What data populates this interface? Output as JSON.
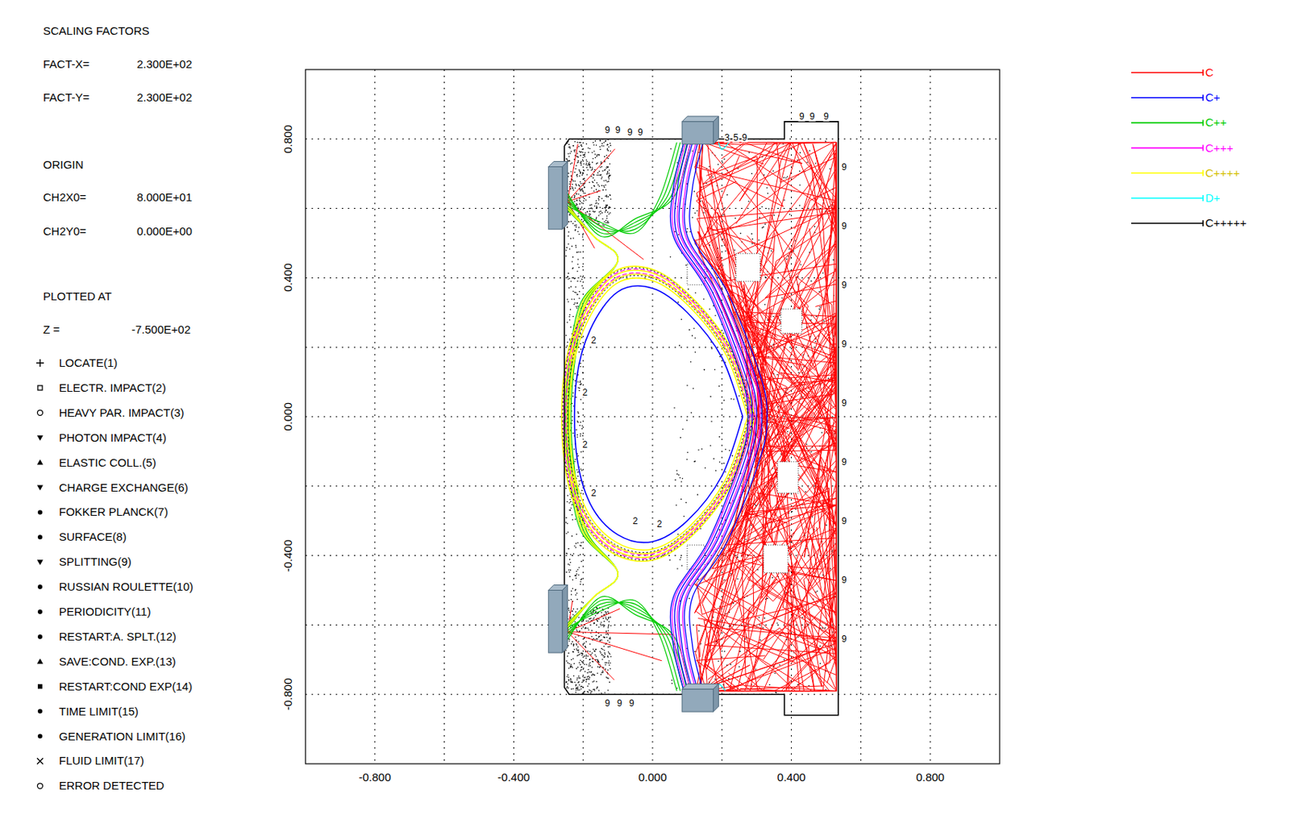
{
  "diagram": {
    "labels": [
      "SCALING FACTORS",
      "FACT-X=",
      "2.300E+02",
      "FACT-Y=",
      "2.300E+02",
      "ORIGIN",
      "CH2X0=",
      "8.000E+01",
      "CH2Y0=",
      "0.000E+00",
      "PLOTTED AT",
      "Z =",
      "-7.500E+02",
      "LOCATE(1)",
      "ELECTR. IMPACT(2)",
      "HEAVY PAR. IMPACT(3)",
      "PHOTON IMPACT(4)",
      "ELASTIC COLL.(5)",
      "CHARGE EXCHANGE(6)",
      "FOKKER PLANCK(7)",
      "SURFACE(8)",
      "SPLITTING(9)",
      "RUSSIAN ROULETTE(10)",
      "PERIODICITY(11)",
      "RESTART:A. SPLT.(12)",
      "SAVE:COND. EXP.(13)",
      "RESTART:COND EXP(14)",
      "TIME LIMIT(15)",
      "GENERATION LIMIT(16)",
      "FLUID LIMIT(17)",
      "ERROR DETECTED",
      "0.800",
      "0.400",
      "0.000",
      "-0.400",
      "-0.800",
      "-0.800",
      "-0.400",
      "0.000",
      "0.400",
      "0.800",
      "9",
      "9",
      "9",
      "9",
      "3",
      "5",
      "9",
      "9",
      "9",
      "9",
      "9",
      "9",
      "9",
      "9",
      "9",
      "9",
      "9",
      "9",
      "9",
      "2",
      "2",
      "2",
      "2",
      "2",
      "2",
      "9",
      "9",
      "9"
    ],
    "legend": [
      {
        "text": "C"
      },
      {
        "text": "C+"
      },
      {
        "text": "C++"
      },
      {
        "text": "C+++"
      },
      {
        "text": "C++++"
      },
      {
        "text": "D+"
      },
      {
        "text": "C+++++"
      }
    ]
  }
}
